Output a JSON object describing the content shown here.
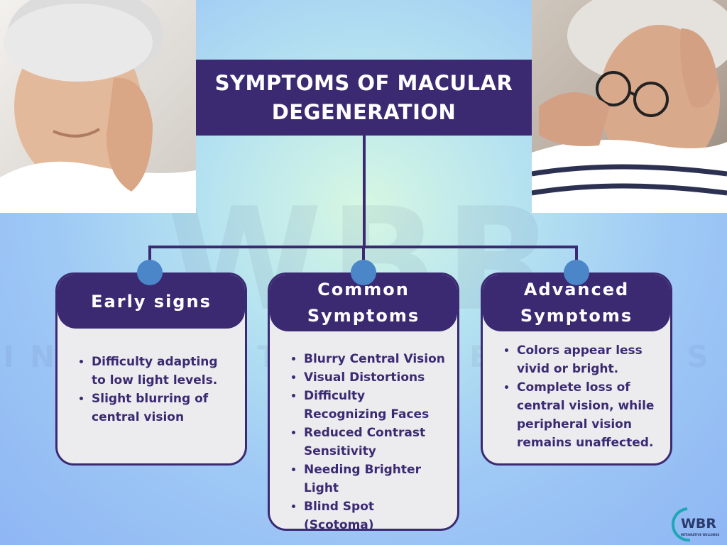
{
  "title": {
    "line1": "SYMPTOMS OF MACULAR",
    "line2": "DEGENERATION"
  },
  "watermark": {
    "text": "WBR",
    "subtext": "INTEGRATIVE WELLNESS"
  },
  "cards": [
    {
      "heading": "Early signs",
      "items": [
        "Difficulty adapting to low light levels.",
        "Slight blurring of central vision"
      ]
    },
    {
      "heading_line1": "Common",
      "heading_line2": "Symptoms",
      "items": [
        "Blurry Central Vision",
        "Visual Distortions",
        "Difficulty Recognizing Faces",
        "Reduced Contrast Sensitivity",
        "Needing Brighter Light",
        "Blind Spot (Scotoma)"
      ]
    },
    {
      "heading_line1": "Advanced",
      "heading_line2": "Symptoms",
      "items": [
        "Colors appear less vivid or bright.",
        "Complete loss of central vision, while peripheral vision remains unaffected."
      ]
    }
  ],
  "logo": {
    "text": "WBR",
    "subtext": "INTEGRATIVE WELLNESS"
  },
  "colors": {
    "primary": "#3b2a72",
    "node": "#4a86c8",
    "card_bg": "#ececef",
    "background": "#9fc9f5"
  }
}
